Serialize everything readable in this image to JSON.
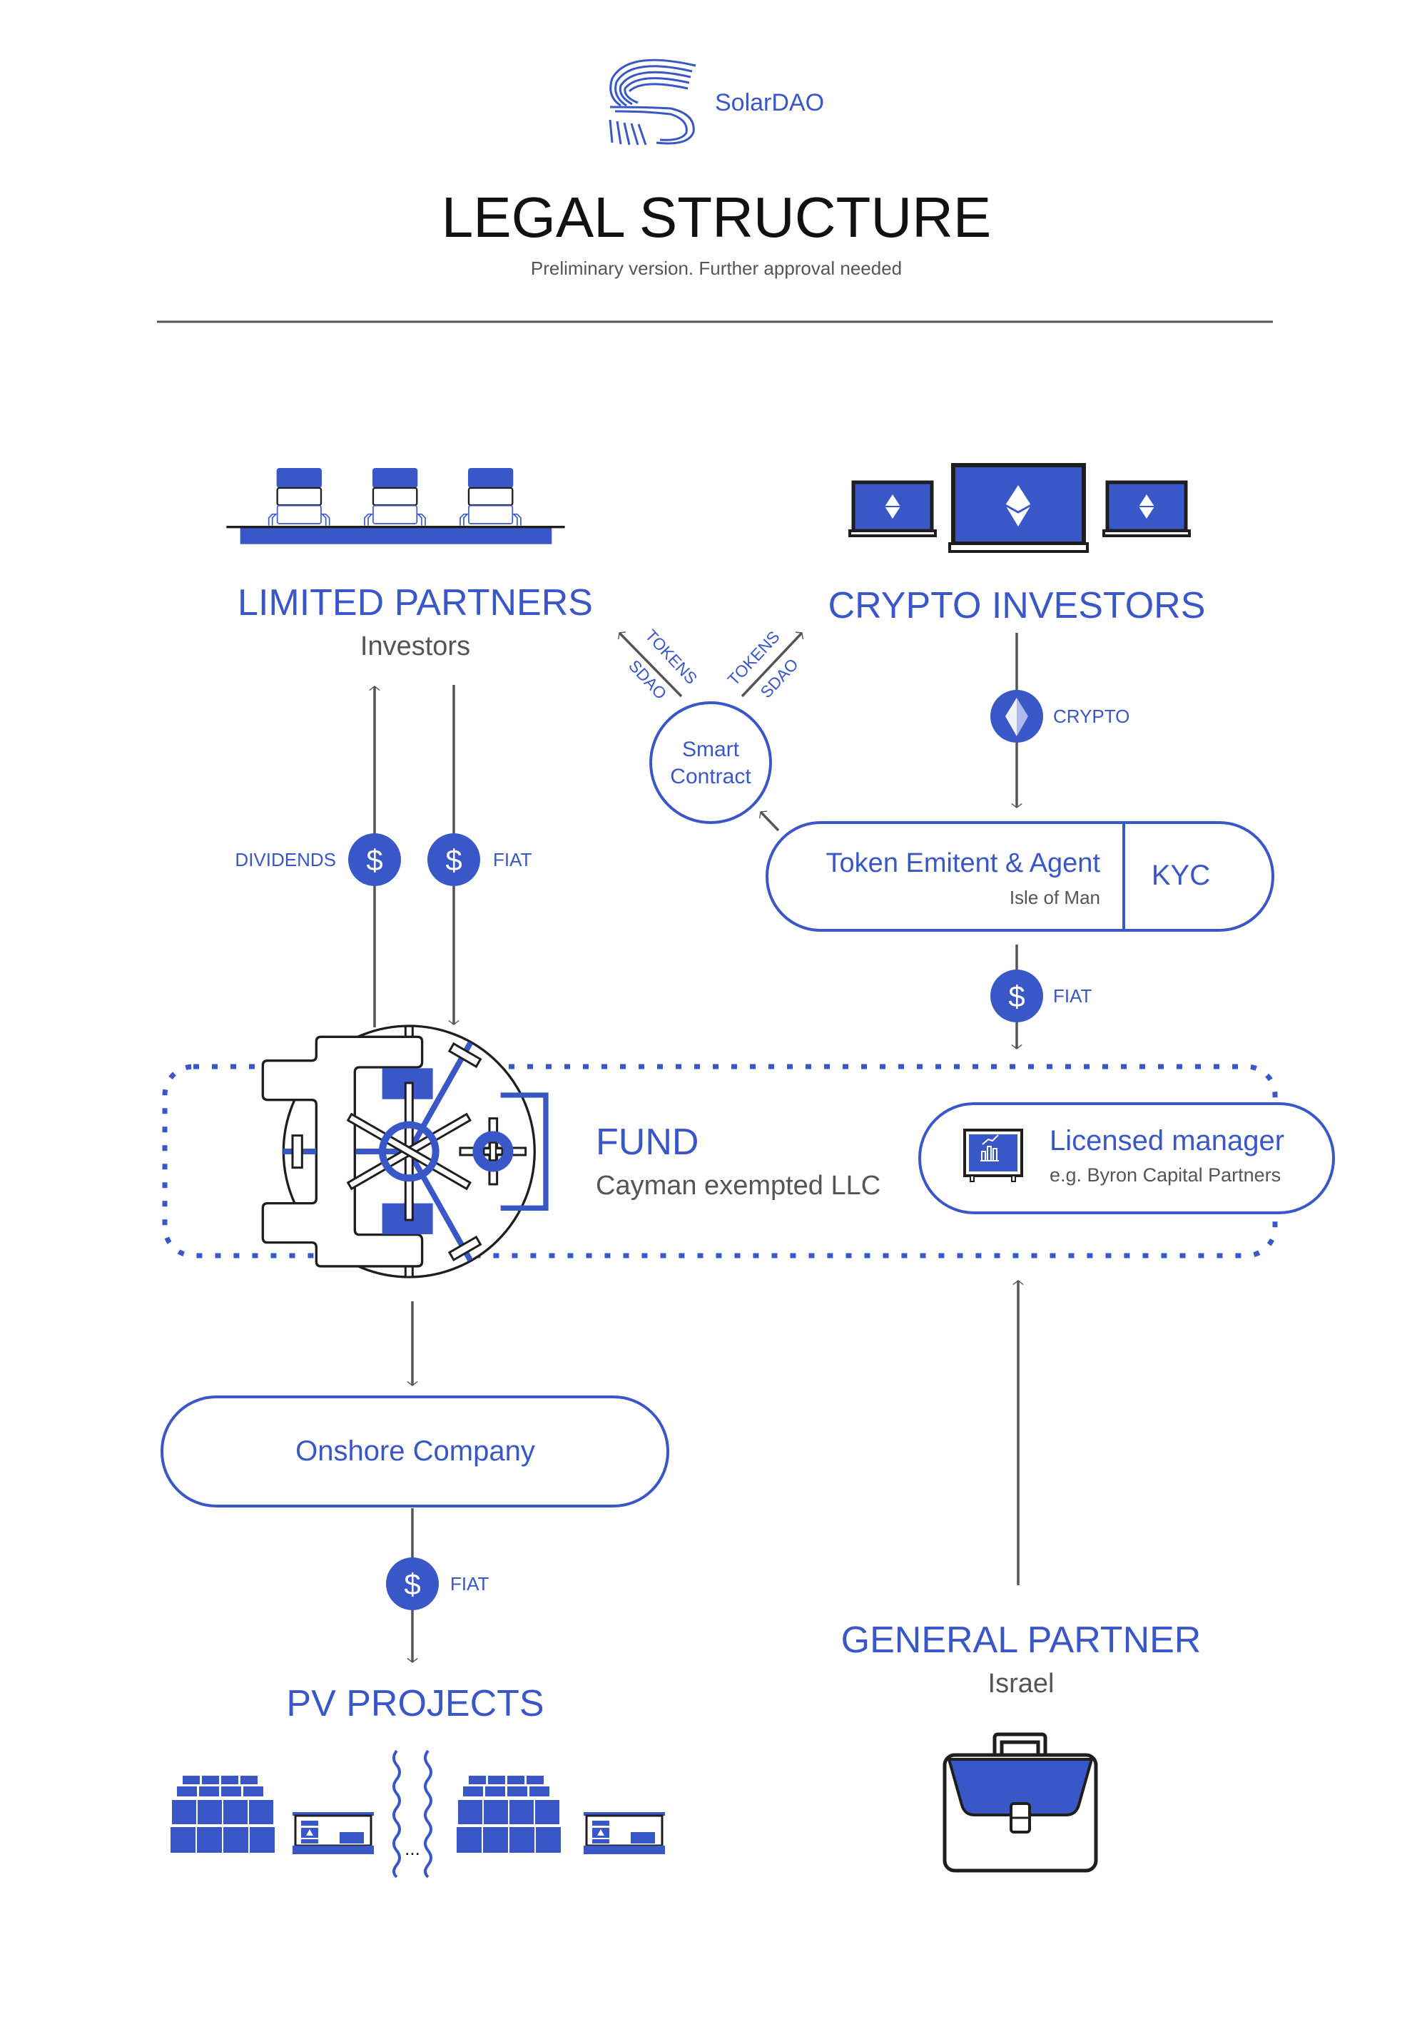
{
  "brand": {
    "name": "SolarDAO",
    "logo_icon": "striped-s-logo"
  },
  "header": {
    "title": "LEGAL STRUCTURE",
    "subtitle": "Preliminary version. Further approval needed"
  },
  "colors": {
    "accent": "#3a57c8",
    "text_gray": "#555555",
    "outline": "#1e1e1e"
  },
  "nodes": {
    "limited_partners": {
      "title": "LIMITED PARTNERS",
      "subtitle": "Investors",
      "icon": "armchairs-icon"
    },
    "crypto_investors": {
      "title": "CRYPTO INVESTORS",
      "icon": "laptops-ethereum-icon"
    },
    "smart_contract": {
      "line1": "Smart",
      "line2": "Contract"
    },
    "token_emitent": {
      "title": "Token Emitent & Agent",
      "subtitle": "Isle of Man",
      "kyc": "KYC"
    },
    "fund": {
      "title": "FUND",
      "subtitle": "Cayman exempted LLC",
      "icon": "vault-icon"
    },
    "licensed_manager": {
      "title": "Licensed manager",
      "subtitle": "e.g. Byron Capital Partners",
      "icon": "chart-board-icon"
    },
    "onshore": {
      "title": "Onshore Company"
    },
    "pv_projects": {
      "title": "PV PROJECTS",
      "icon": "solar-panel-icon"
    },
    "general_partner": {
      "title": "GENERAL PARTNER",
      "subtitle": "Israel",
      "icon": "briefcase-icon"
    }
  },
  "flows": {
    "dividends": "DIVIDENDS",
    "fiat_lp": "FIAT",
    "tokens_left": "TOKENS",
    "sdao_left": "SDAO",
    "tokens_right": "TOKENS",
    "sdao_right": "SDAO",
    "crypto": "CRYPTO",
    "fiat_token": "FIAT",
    "fiat_pv": "FIAT",
    "dollar_symbol": "$",
    "ellipsis": "..."
  }
}
